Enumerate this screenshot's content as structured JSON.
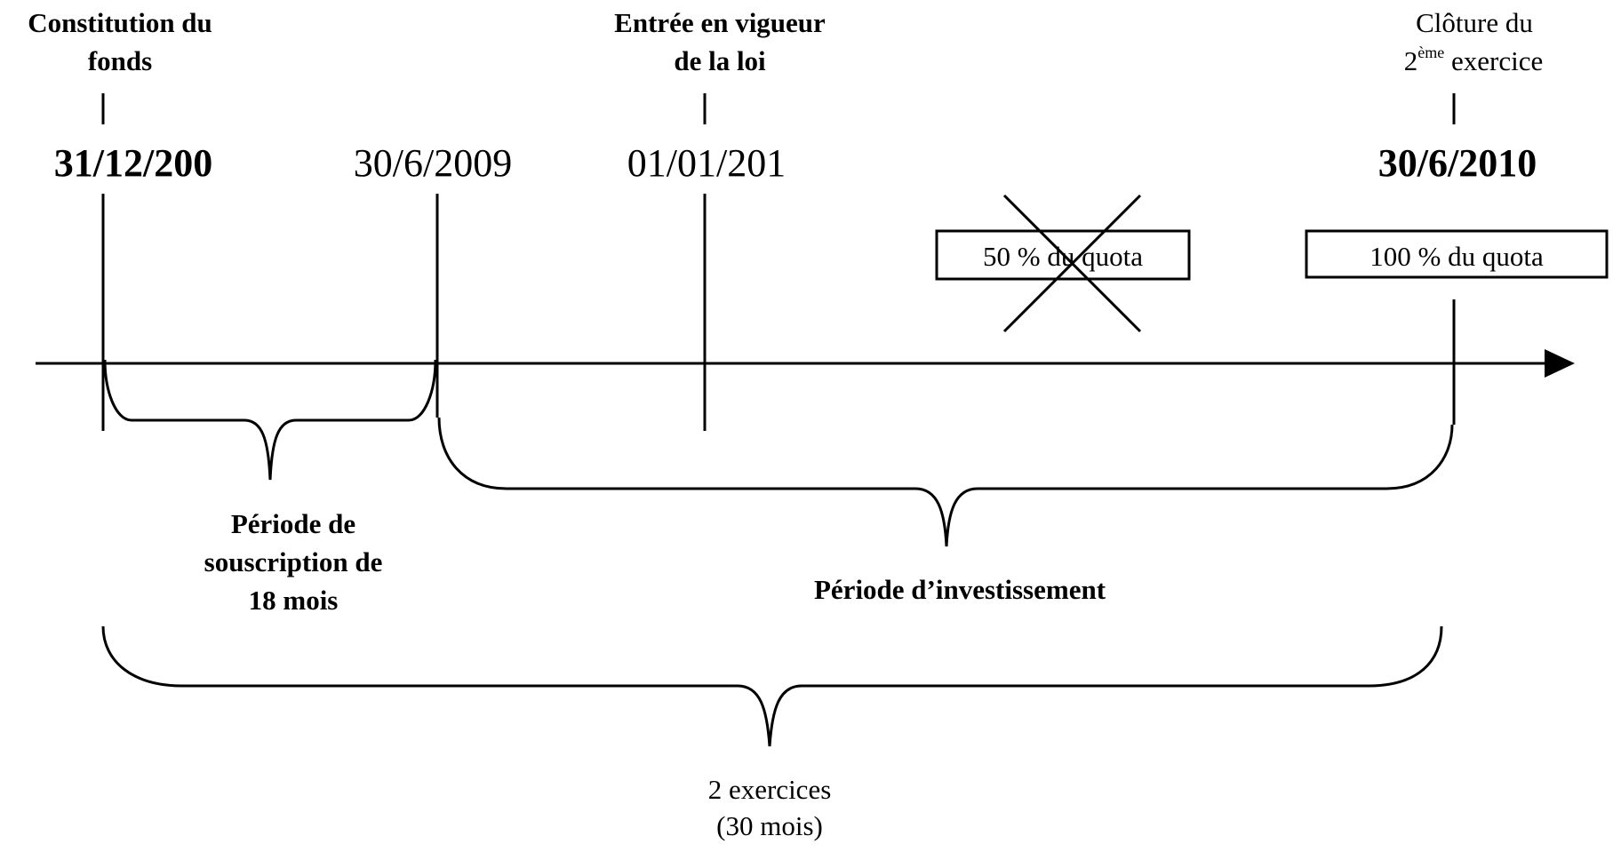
{
  "markers": {
    "constitution": {
      "label_line1": "Constitution du",
      "label_line2": "fonds",
      "date": "31/12/200"
    },
    "fin_souscription": {
      "date": "30/6/2009"
    },
    "entree_vigueur": {
      "label_line1": "Entrée en vigueur",
      "label_line2": "de la loi",
      "date": "01/01/201"
    },
    "cloture": {
      "label_line1": "Clôture du",
      "label_line2_number": "2",
      "label_line2_sup": "ème",
      "label_line2_rest": " exercice",
      "date": "30/6/2010"
    }
  },
  "quota_boxes": {
    "half": {
      "text": "50 % du quota",
      "crossed_out": true
    },
    "full": {
      "text": "100 % du quota",
      "crossed_out": false
    }
  },
  "periods": {
    "souscription": {
      "line1": "Période de",
      "line2": "souscription de",
      "line3": "18 mois"
    },
    "investissement": {
      "line1": "Période d’investissement"
    },
    "exercices": {
      "line1": "2 exercices",
      "line2": "(30 mois)"
    }
  }
}
